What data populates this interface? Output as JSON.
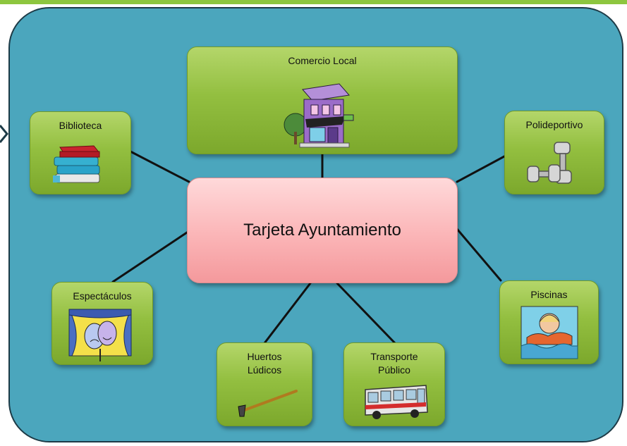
{
  "center": {
    "label": "Tarjeta Ayuntamiento"
  },
  "nodes": {
    "comercio": {
      "label": "Comercio Local",
      "icon": "shop-icon"
    },
    "biblioteca": {
      "label": "Biblioteca",
      "icon": "books-icon"
    },
    "polideportivo": {
      "label": "Polideportivo",
      "icon": "dumbbells-icon"
    },
    "espectaculos": {
      "label": "Espectáculos",
      "icon": "theater-masks-icon"
    },
    "piscinas": {
      "label": "Piscinas",
      "icon": "swimmer-icon"
    },
    "huertos": {
      "label_line1": "Huertos",
      "label_line2": "Lúdicos",
      "icon": "hoe-icon"
    },
    "transporte": {
      "label_line1": "Transporte",
      "label_line2": "Público",
      "icon": "bus-icon"
    }
  },
  "colors": {
    "background_panel": "#4ba6bd",
    "node_green": "#93bf40",
    "center_pink": "#fbb5b7",
    "connector": "#111111"
  }
}
